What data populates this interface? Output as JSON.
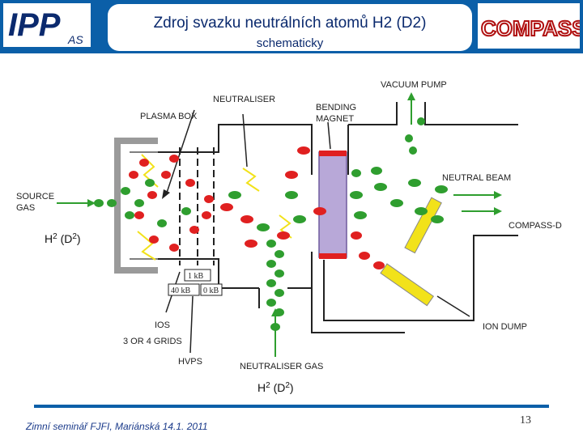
{
  "header": {
    "logo_left_text": "IPP",
    "logo_left_sub": "AS",
    "title": "Zdroj svazku neutrálních atomů H2 (D2)",
    "subtitle": "schematicky",
    "logo_right_text": "COMPASS-D"
  },
  "diagram": {
    "labels": {
      "vacuum_pump": "VACUUM PUMP",
      "neutraliser": "NEUTRALISER",
      "plasma_box": "PLASMA BOX",
      "bending": "BENDING",
      "magnet": "MAGNET",
      "source": "SOURCE",
      "gas": "GAS",
      "neutral_beam": "NEUTRAL BEAM",
      "compass_d": "COMPASS-D",
      "ions": "IOS",
      "grids": "3 OR 4 GRIDS",
      "hvps": "HVPS",
      "ion_dump": "ION DUMP",
      "neutraliser_gas": "NEUTRALISER GAS"
    },
    "h2_left": "H",
    "h2_left_sub": "2",
    "h2_left_paren": "(D",
    "h2_left_paren_sub": "2",
    "h2_left_close": ")",
    "h2_bottom": "H",
    "h2_bottom_sub": "2",
    "h2_bottom_paren": "(D",
    "h2_bottom_paren_sub": "2",
    "h2_bottom_close": ")",
    "kv1": "1 kB",
    "kv2": "40 kB",
    "kv3": "0 kB"
  },
  "footer": {
    "text": "Zimní seminář FJFI, Mariánská 14.1. 2011",
    "page": "13"
  },
  "colors": {
    "banner": "#0b5fa8",
    "ion_red": "#e02020",
    "neutral_green": "#2f9e2f",
    "magnet_purple": "#b8a8d8",
    "dump_yellow": "#f2e21a"
  }
}
